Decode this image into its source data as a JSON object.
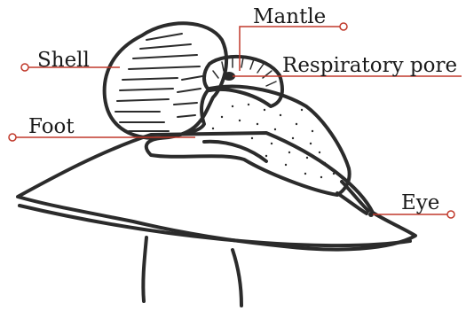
{
  "labels": {
    "mantle": "Mantle",
    "shell": "Shell",
    "respiratory_pore": "Respiratory pore",
    "foot": "Foot",
    "eye": "Eye"
  },
  "colors": {
    "ink": "#2b2b2b",
    "leader": "#c0392b",
    "paper": "#ffffff"
  }
}
